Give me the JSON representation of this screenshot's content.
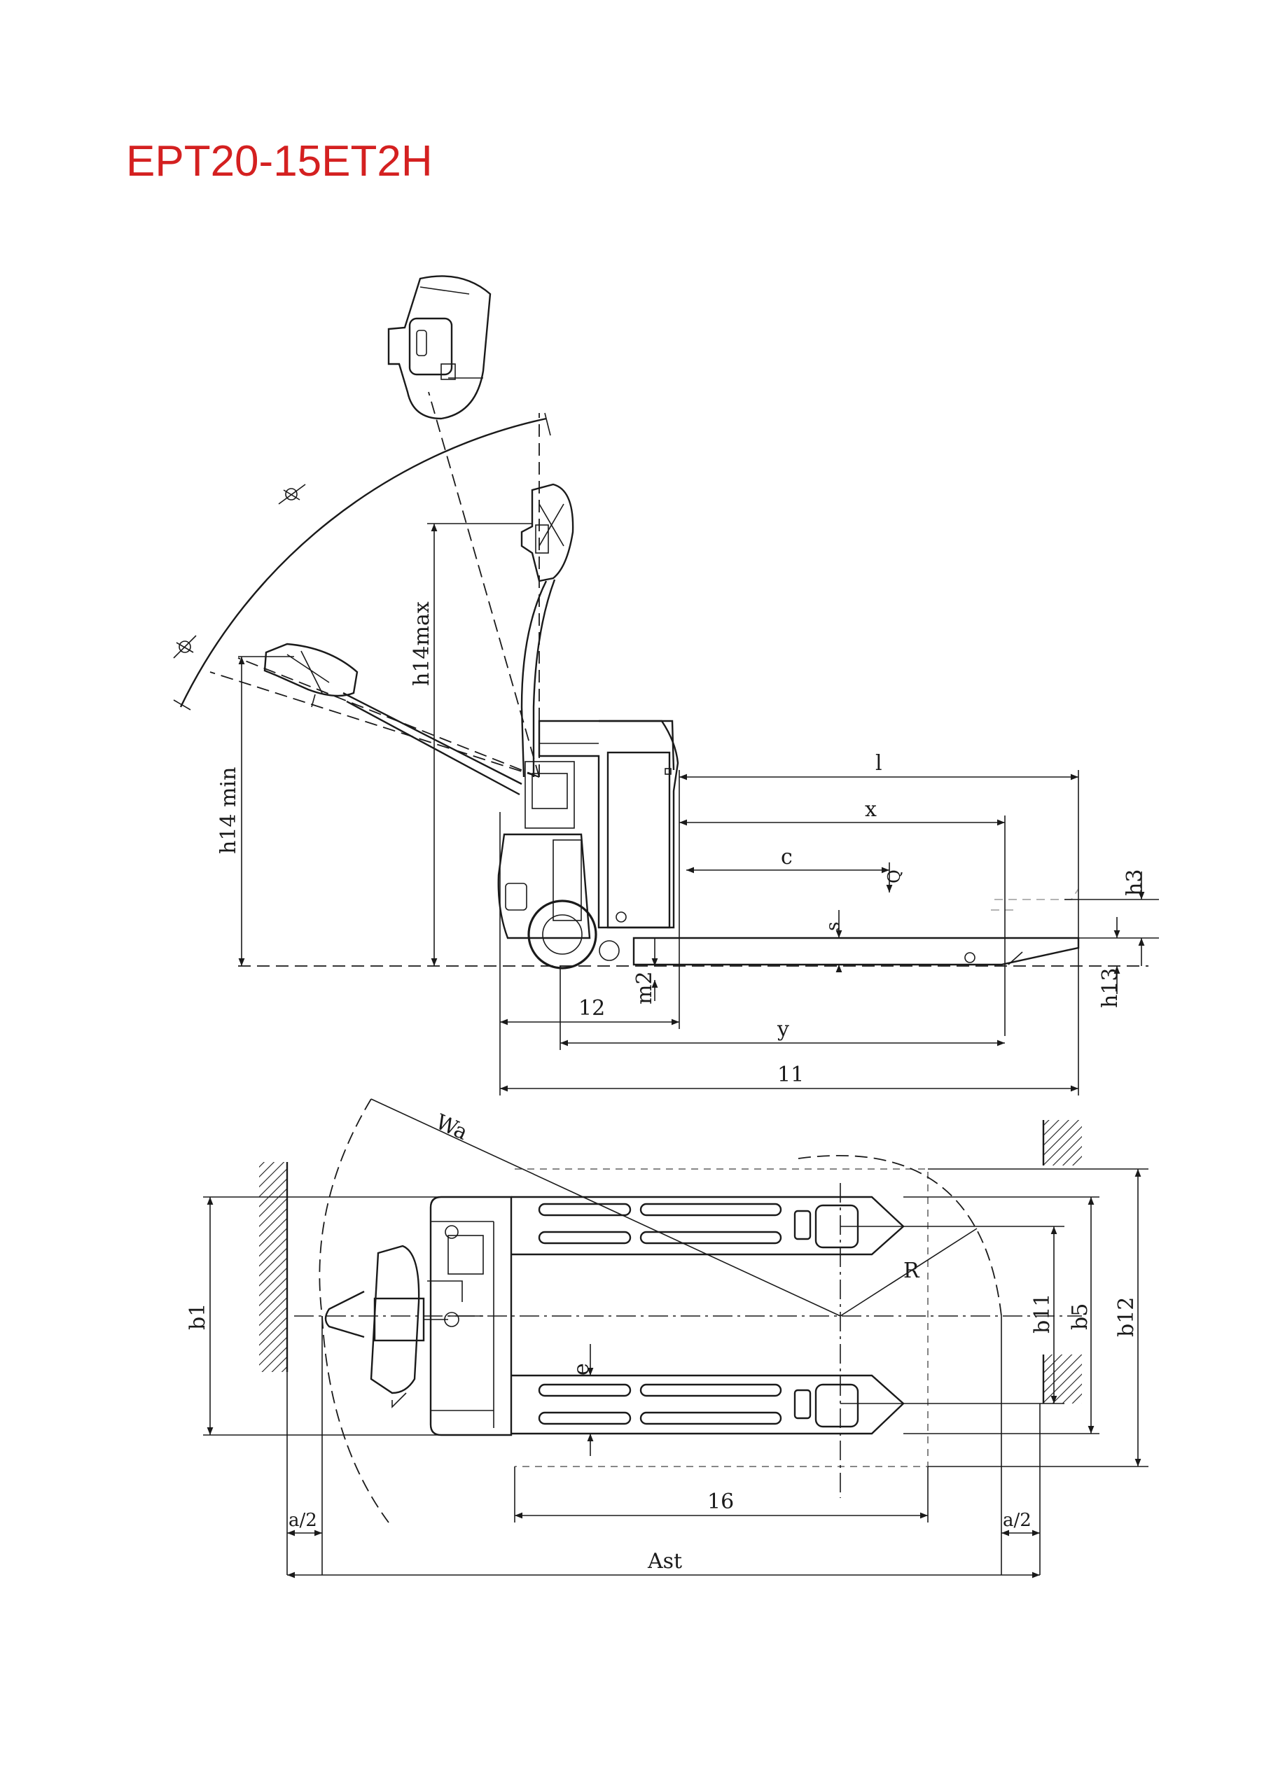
{
  "title": "EPT20-15ET2H",
  "colors": {
    "title": "#d42020",
    "lines": "#1a1a1a"
  },
  "side_view": {
    "labels": {
      "h14max": "h14max",
      "h14min": "h14 min",
      "l": "l",
      "x": "x",
      "c": "c",
      "Q": "Q",
      "s": "s",
      "h3": "h3",
      "h13": "h13",
      "m2": "m2",
      "l2": "12",
      "y": "y",
      "l1": "11"
    }
  },
  "top_view": {
    "labels": {
      "Wa": "Wa",
      "R": "R",
      "b1": "b1",
      "b11": "b11",
      "b5": "b5",
      "b12": "b12",
      "e": "e",
      "l6": "16",
      "a2_left": "a/2",
      "a2_right": "a/2",
      "Ast": "Ast"
    }
  }
}
